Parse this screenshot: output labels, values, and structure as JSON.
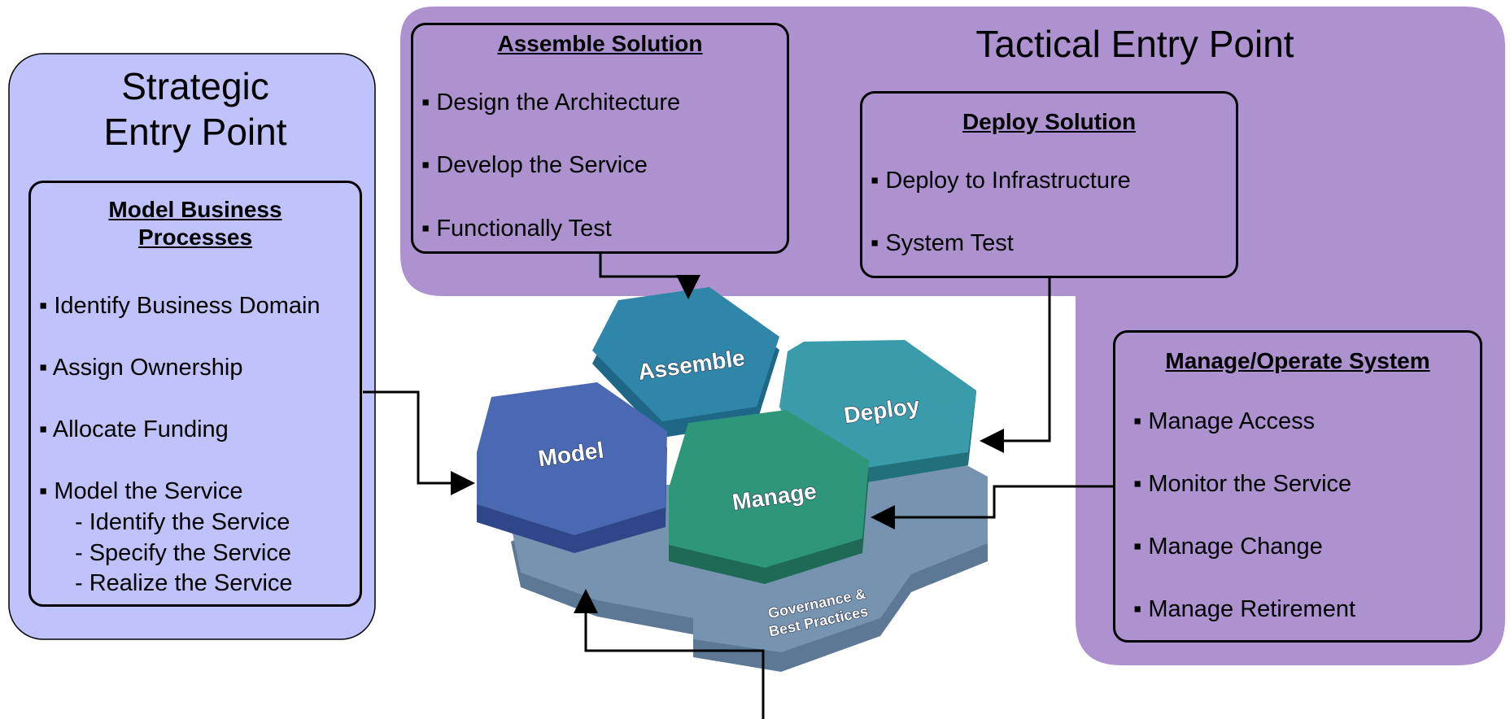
{
  "strategic": {
    "title_line1": "Strategic",
    "title_line2": "Entry Point",
    "box": {
      "title_line1": "Model Business",
      "title_line2": "Processes",
      "items": [
        "Identify Business Domain",
        "Assign Ownership",
        "Allocate Funding",
        "Model the Service"
      ],
      "subitems": [
        "- Identify the Service",
        "- Specify the Service",
        "- Realize the Service"
      ]
    }
  },
  "tactical": {
    "title": "Tactical Entry Point",
    "assemble": {
      "title": "Assemble Solution",
      "items": [
        "Design the Architecture",
        "Develop the Service",
        "Functionally Test"
      ]
    },
    "deploy": {
      "title": "Deploy Solution",
      "items": [
        "Deploy to Infrastructure",
        "System Test"
      ]
    },
    "manage": {
      "title": "Manage/Operate System",
      "items": [
        "Manage Access",
        "Monitor the Service",
        "Manage Change",
        "Manage Retirement"
      ]
    }
  },
  "hexagons": {
    "assemble": "Assemble",
    "deploy": "Deploy",
    "model": "Model",
    "manage": "Manage",
    "governance_line1": "Governance &",
    "governance_line2": "Best Practices"
  },
  "bullet": "▪",
  "colors": {
    "strategic_bg": "#bfc2fb",
    "tactical_bg": "#ae92cf",
    "assemble_hex": "#2f86a8",
    "deploy_hex": "#3a9bab",
    "model_hex": "#4b69b2",
    "manage_hex": "#2e9679",
    "governance_base": "#7693b0"
  }
}
